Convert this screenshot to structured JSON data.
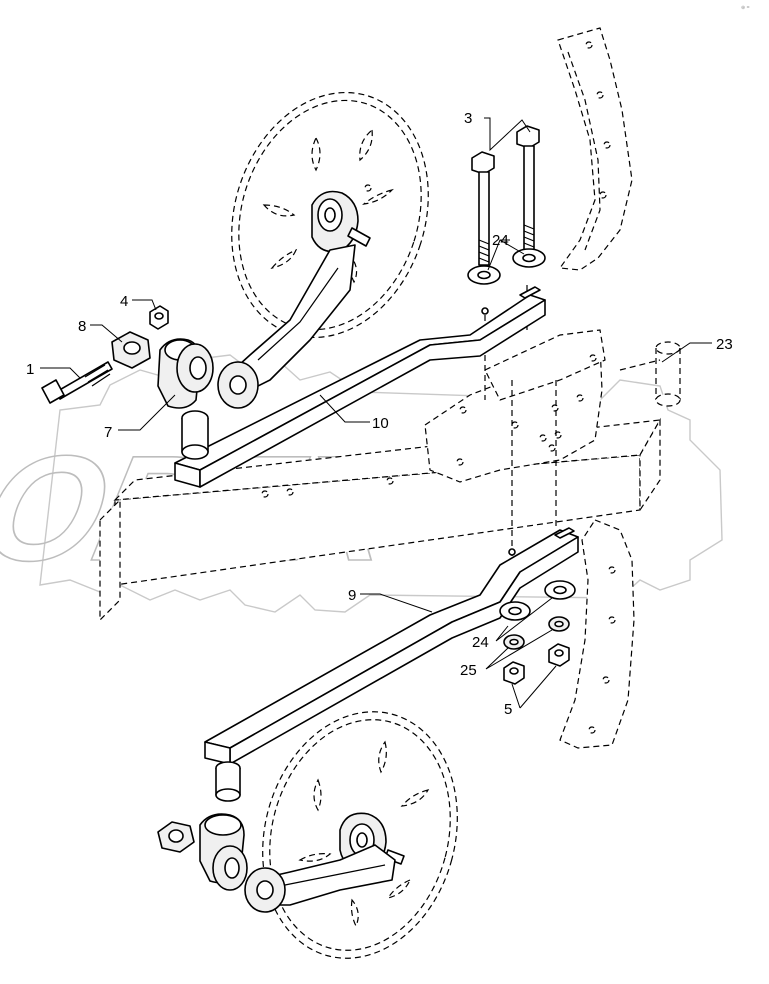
{
  "watermark": "OPEX",
  "corner_mark": "⊕ =",
  "callouts": {
    "c1": "1",
    "c3": "3",
    "c4": "4",
    "c5": "5",
    "c7": "7",
    "c8": "8",
    "c9": "9",
    "c10": "10",
    "c23": "23",
    "c24a": "24",
    "c24b": "24",
    "c25": "25"
  }
}
